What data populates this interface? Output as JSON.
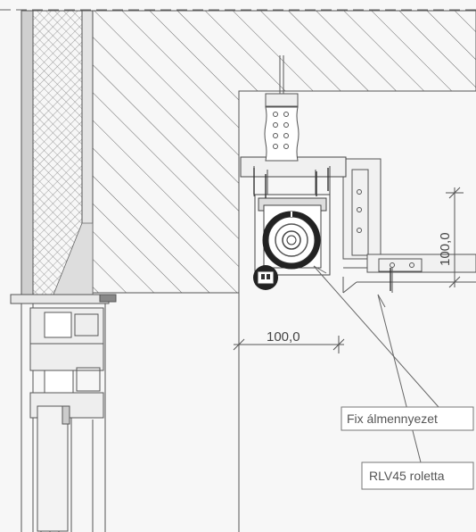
{
  "dimensions": {
    "horizontal": "100,0",
    "vertical": "100,0"
  },
  "callouts": {
    "ceiling": "Fix álmennyezet",
    "roller": "RLV45 roletta"
  },
  "colors": {
    "line": "#555555",
    "light_line": "#888888",
    "background": "#f7f7f7"
  }
}
